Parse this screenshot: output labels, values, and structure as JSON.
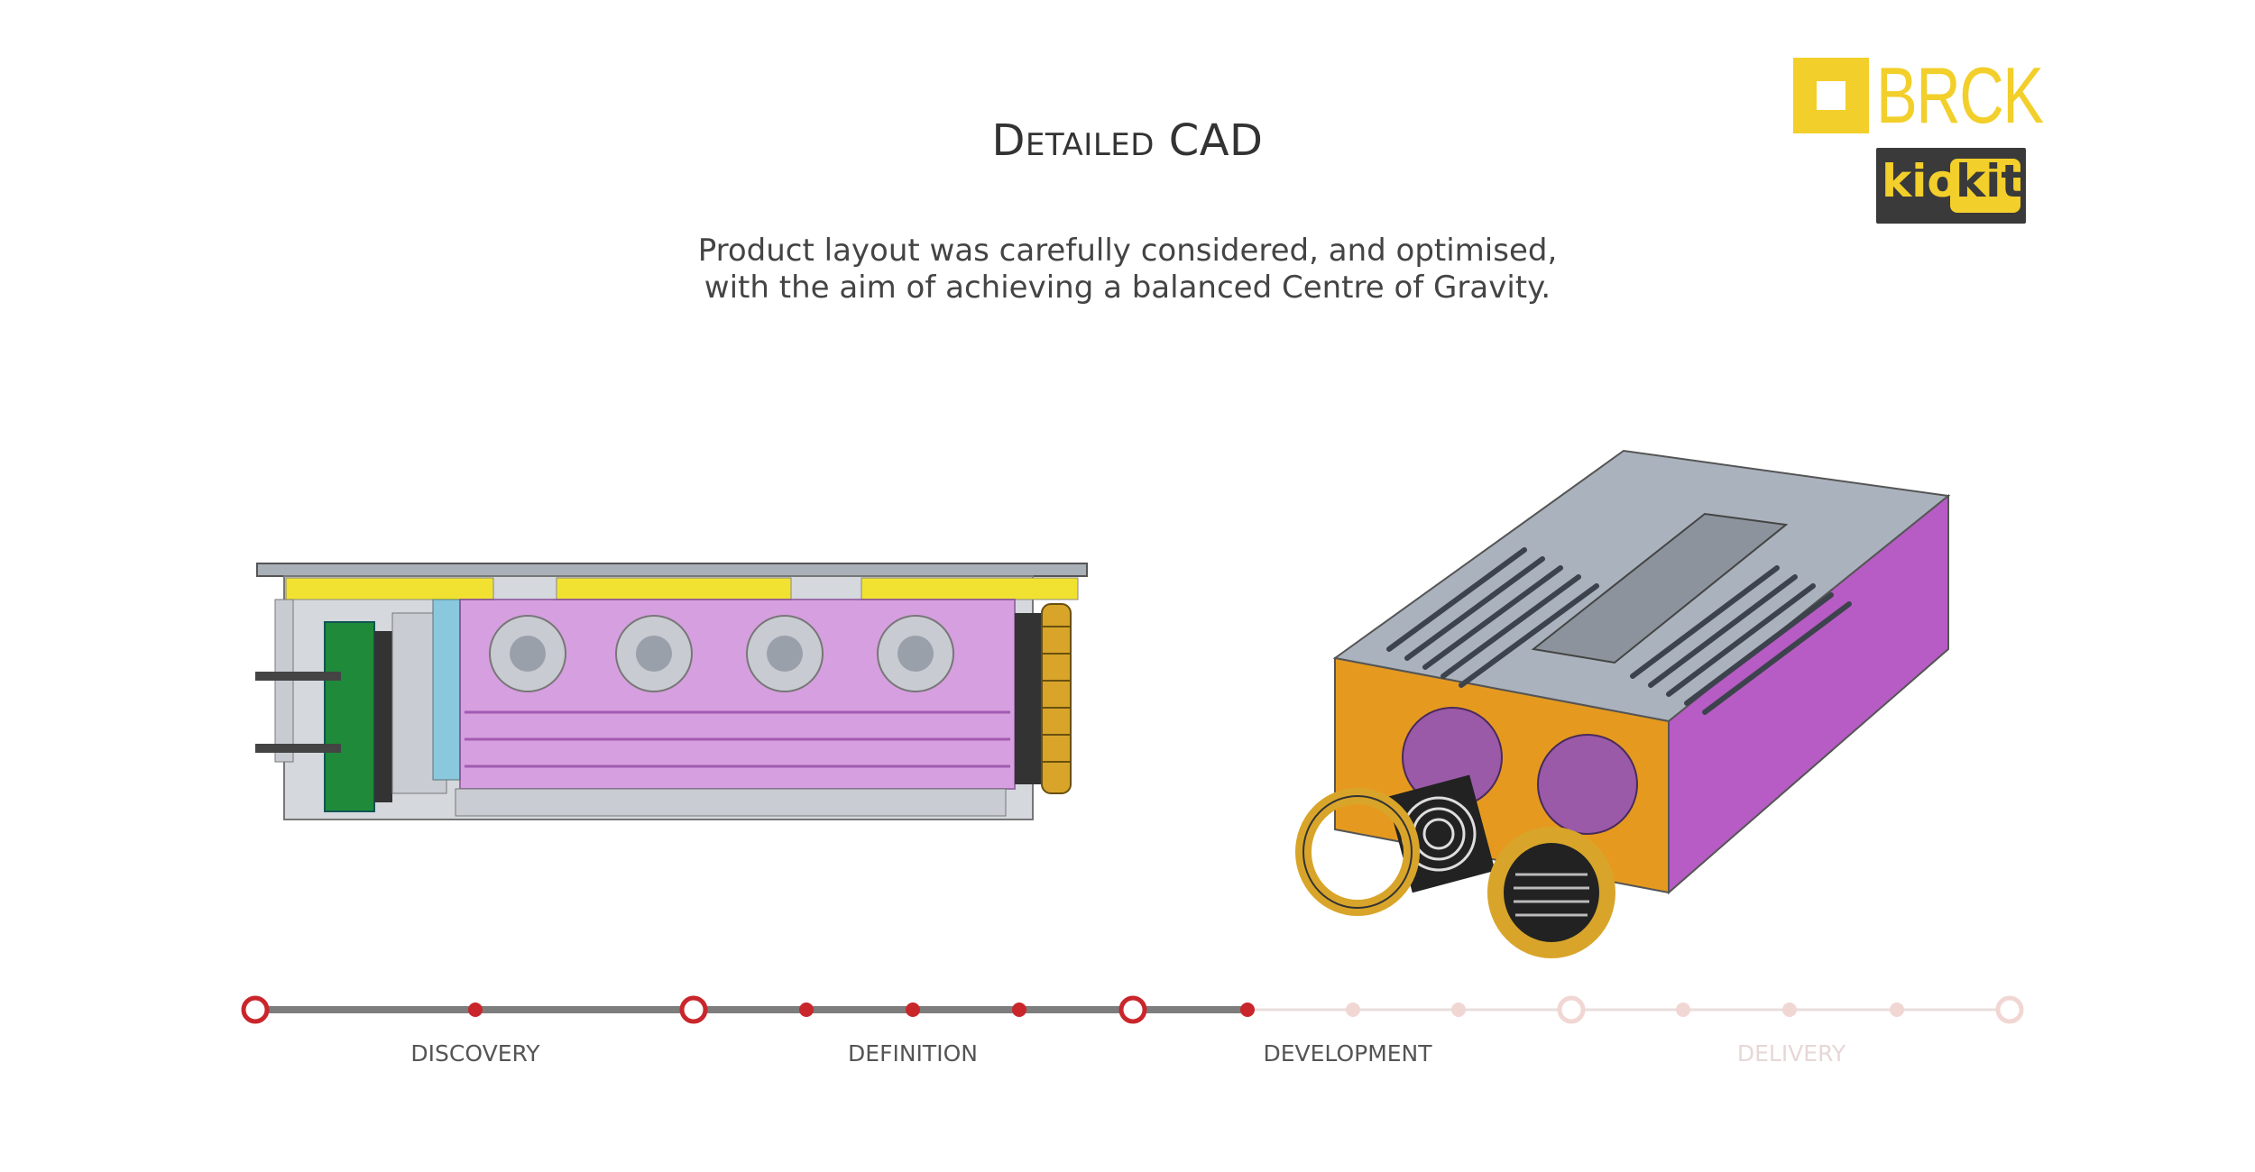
{
  "header": {
    "title": "Detailed CAD",
    "subtitle_lines": [
      "Product layout was carefully considered, and optimised,",
      "with the aim of achieving a balanced Centre of Gravity."
    ]
  },
  "logo": {
    "brand": "BRCK",
    "product_a": "kio",
    "product_b": "kit",
    "color": "#f2cf2a",
    "dark": "#3a3a3a"
  },
  "images": {
    "left_view": "side-view-cad-icon",
    "right_view": "isometric-exploded-cad-icon"
  },
  "timeline": {
    "active_color": "#c9262c",
    "inactive_color": "#f1d7d3",
    "stages": [
      {
        "label": "DISCOVERY",
        "state": "complete"
      },
      {
        "label": "DEFINITION",
        "state": "complete"
      },
      {
        "label": "DEVELOPMENT",
        "state": "current"
      },
      {
        "label": "DELIVERY",
        "state": "upcoming"
      }
    ]
  }
}
